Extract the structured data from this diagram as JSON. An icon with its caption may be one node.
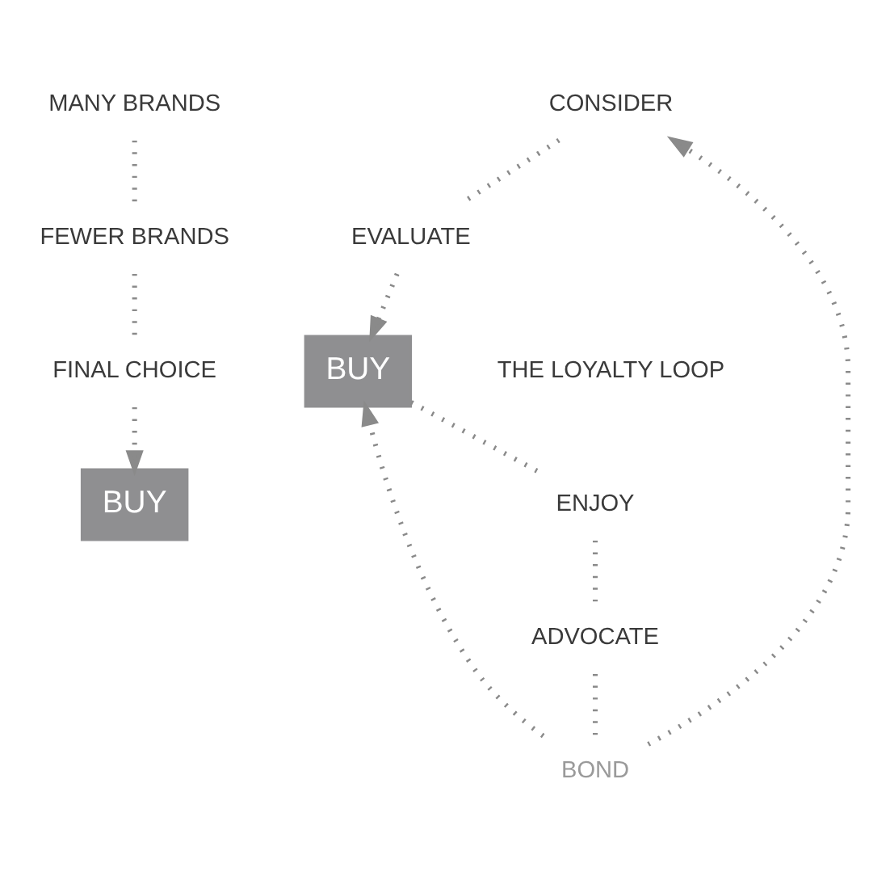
{
  "diagram": {
    "nodes": [
      {
        "text": [
          "MANY BRANDS"
        ]
      },
      {
        "text": [
          "FEWER BRANDS"
        ]
      },
      {
        "text": [
          "FINAL CHOICE"
        ]
      },
      {
        "text": [
          "BUY"
        ]
      },
      {
        "text": [
          "CONSIDER"
        ]
      },
      {
        "text": [
          "EVALUATE"
        ]
      },
      {
        "text": [
          "BUY"
        ]
      },
      {
        "text": [
          "ENJOY"
        ]
      },
      {
        "text": [
          "ADVOCATE"
        ]
      },
      {
        "text": [
          "BOND"
        ]
      }
    ],
    "edges": [
      {
        "from": 0,
        "to": 1,
        "arrow": "none"
      },
      {
        "from": 1,
        "to": 2,
        "arrow": "none"
      },
      {
        "from": 2,
        "to": 3,
        "arrow": "to"
      },
      {
        "from": 4,
        "to": 5,
        "arrow": "none"
      },
      {
        "from": 5,
        "to": 6,
        "arrow": "to"
      },
      {
        "from": 6,
        "to": 7,
        "arrow": "none"
      },
      {
        "from": 7,
        "to": 8,
        "arrow": "none"
      },
      {
        "from": 8,
        "to": 9,
        "arrow": "none"
      },
      {
        "from": 9,
        "to": 4,
        "arrow": "to"
      },
      {
        "from": 9,
        "to": 6,
        "arrow": "to"
      }
    ],
    "labels": [
      "THE LOYALTY LOOP"
    ]
  }
}
